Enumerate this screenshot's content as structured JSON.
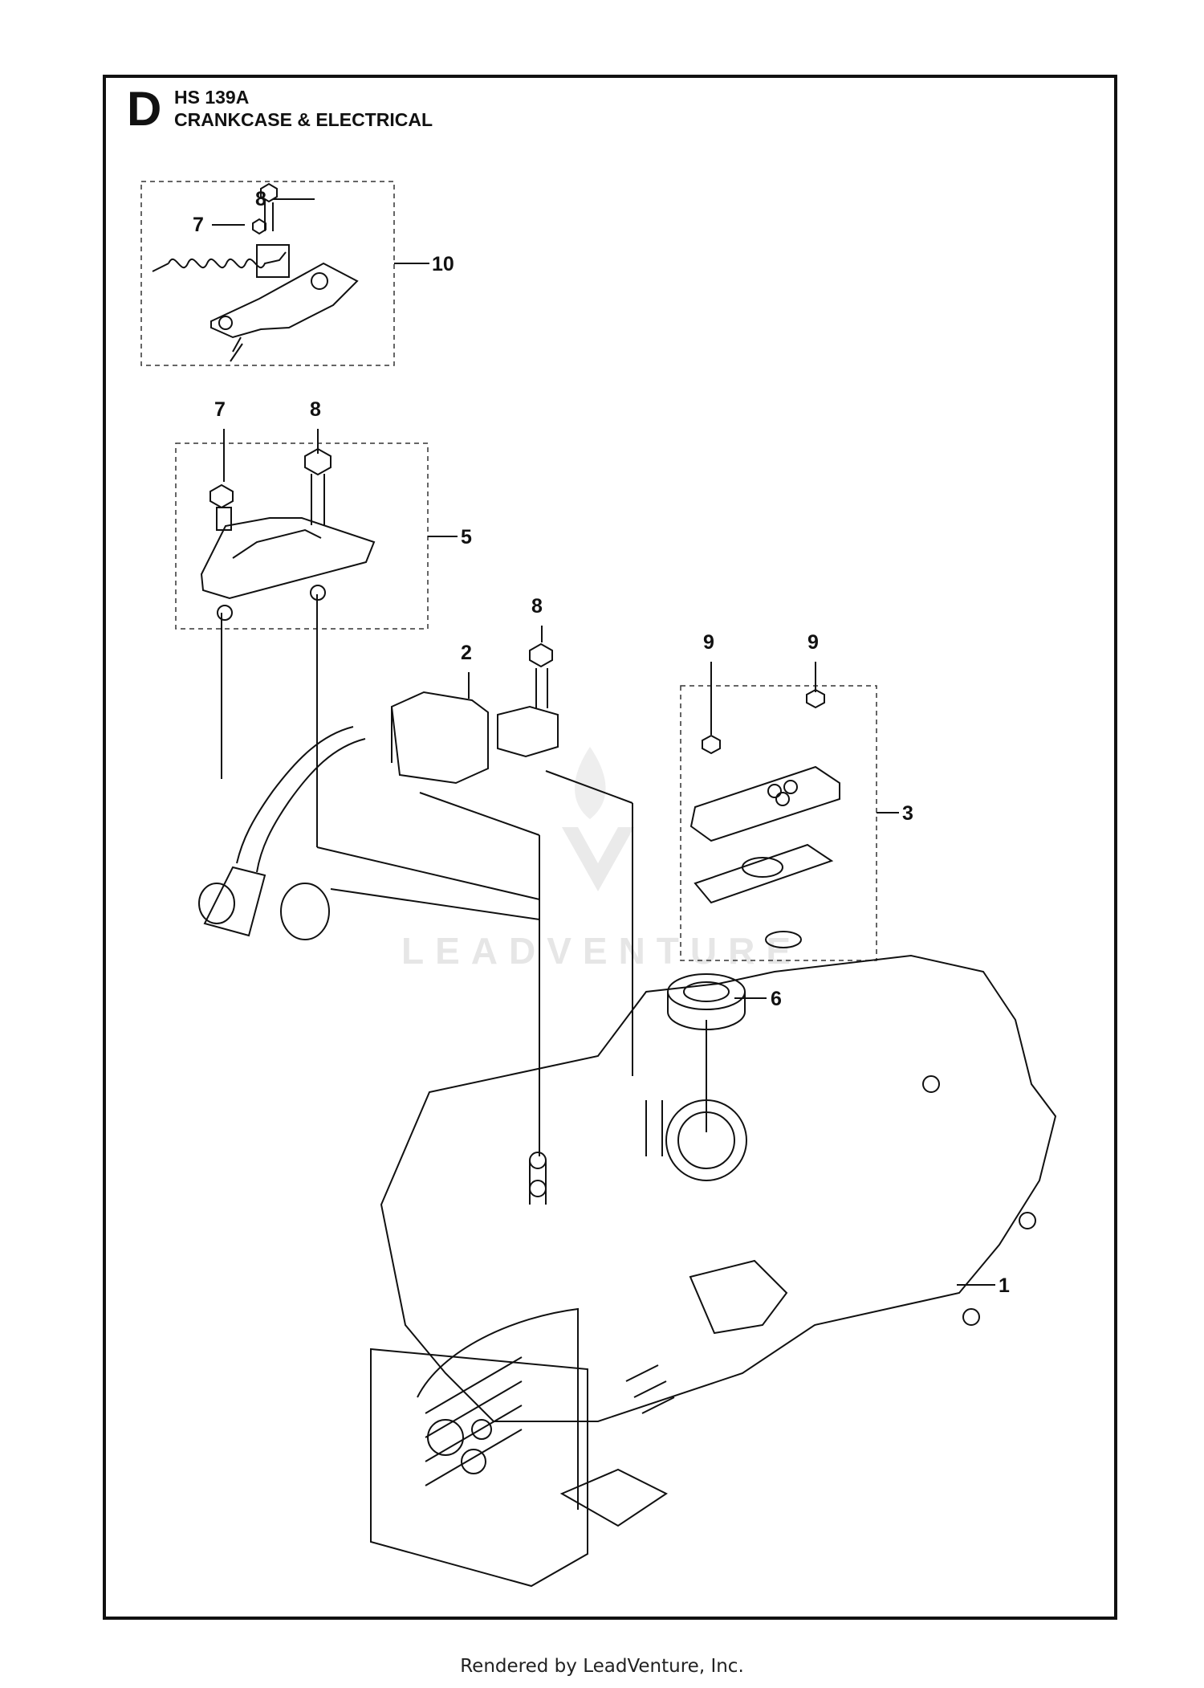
{
  "header": {
    "section_letter": "D",
    "model": "HS 139A",
    "title": "CRANKCASE & ELECTRICAL"
  },
  "callouts": [
    {
      "id": "c8a",
      "label": "8"
    },
    {
      "id": "c7a",
      "label": "7"
    },
    {
      "id": "c10",
      "label": "10"
    },
    {
      "id": "c7b",
      "label": "7"
    },
    {
      "id": "c8b",
      "label": "8"
    },
    {
      "id": "c5",
      "label": "5"
    },
    {
      "id": "c8c",
      "label": "8"
    },
    {
      "id": "c2",
      "label": "2"
    },
    {
      "id": "c9a",
      "label": "9"
    },
    {
      "id": "c9b",
      "label": "9"
    },
    {
      "id": "c3",
      "label": "3"
    },
    {
      "id": "c6",
      "label": "6"
    },
    {
      "id": "c1",
      "label": "1"
    }
  ],
  "watermark": "LEADVENTURE",
  "footer": "Rendered by LeadVenture, Inc.",
  "colors": {
    "line": "#111111",
    "watermark": "#e6e6e6"
  }
}
